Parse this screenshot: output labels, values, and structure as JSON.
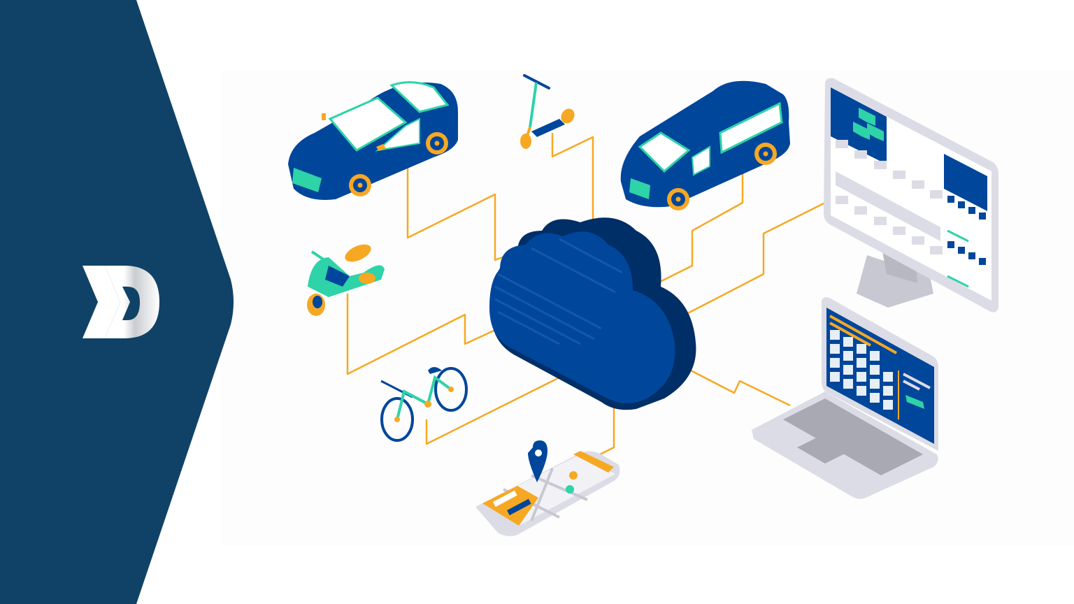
{
  "banner": {
    "brand_panel_color": "#0F4266",
    "logo": {
      "icon": "chevron-d-logo-icon",
      "color": "#ffffff"
    },
    "background_color": "#ffffff"
  },
  "illustration": {
    "hub": {
      "icon": "cloud-icon",
      "front_color": "#00469B",
      "side_color": "#002E66"
    },
    "connector_color": "#F7A823",
    "palette": {
      "navy": "#00469B",
      "teal": "#2ED3A8",
      "orange": "#F7A823",
      "light_gray": "#DCDCE6",
      "mid_gray": "#A9A9B3"
    },
    "nodes": [
      {
        "id": "car",
        "icon": "sedan-car-icon"
      },
      {
        "id": "scooter",
        "icon": "kick-scooter-icon"
      },
      {
        "id": "van",
        "icon": "van-icon"
      },
      {
        "id": "moped",
        "icon": "moped-icon"
      },
      {
        "id": "bicycle",
        "icon": "bicycle-icon"
      },
      {
        "id": "phone",
        "icon": "smartphone-map-icon"
      },
      {
        "id": "monitor",
        "icon": "desktop-monitor-dashboard-icon"
      },
      {
        "id": "laptop",
        "icon": "laptop-dashboard-icon"
      }
    ]
  }
}
